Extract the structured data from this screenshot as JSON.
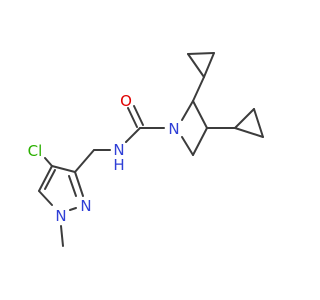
{
  "atoms": {
    "cl": "Cl",
    "n_pyrazole_2": "N",
    "n_pyrazole_1": "N",
    "n_amide": "N",
    "h_amide": "H",
    "o_carbonyl": "O",
    "n_azetidine": "N"
  },
  "colors": {
    "bond": "#3c3c3c",
    "nitrogen": "#2f3fd6",
    "oxygen": "#e00000",
    "chlorine": "#2bb000"
  }
}
